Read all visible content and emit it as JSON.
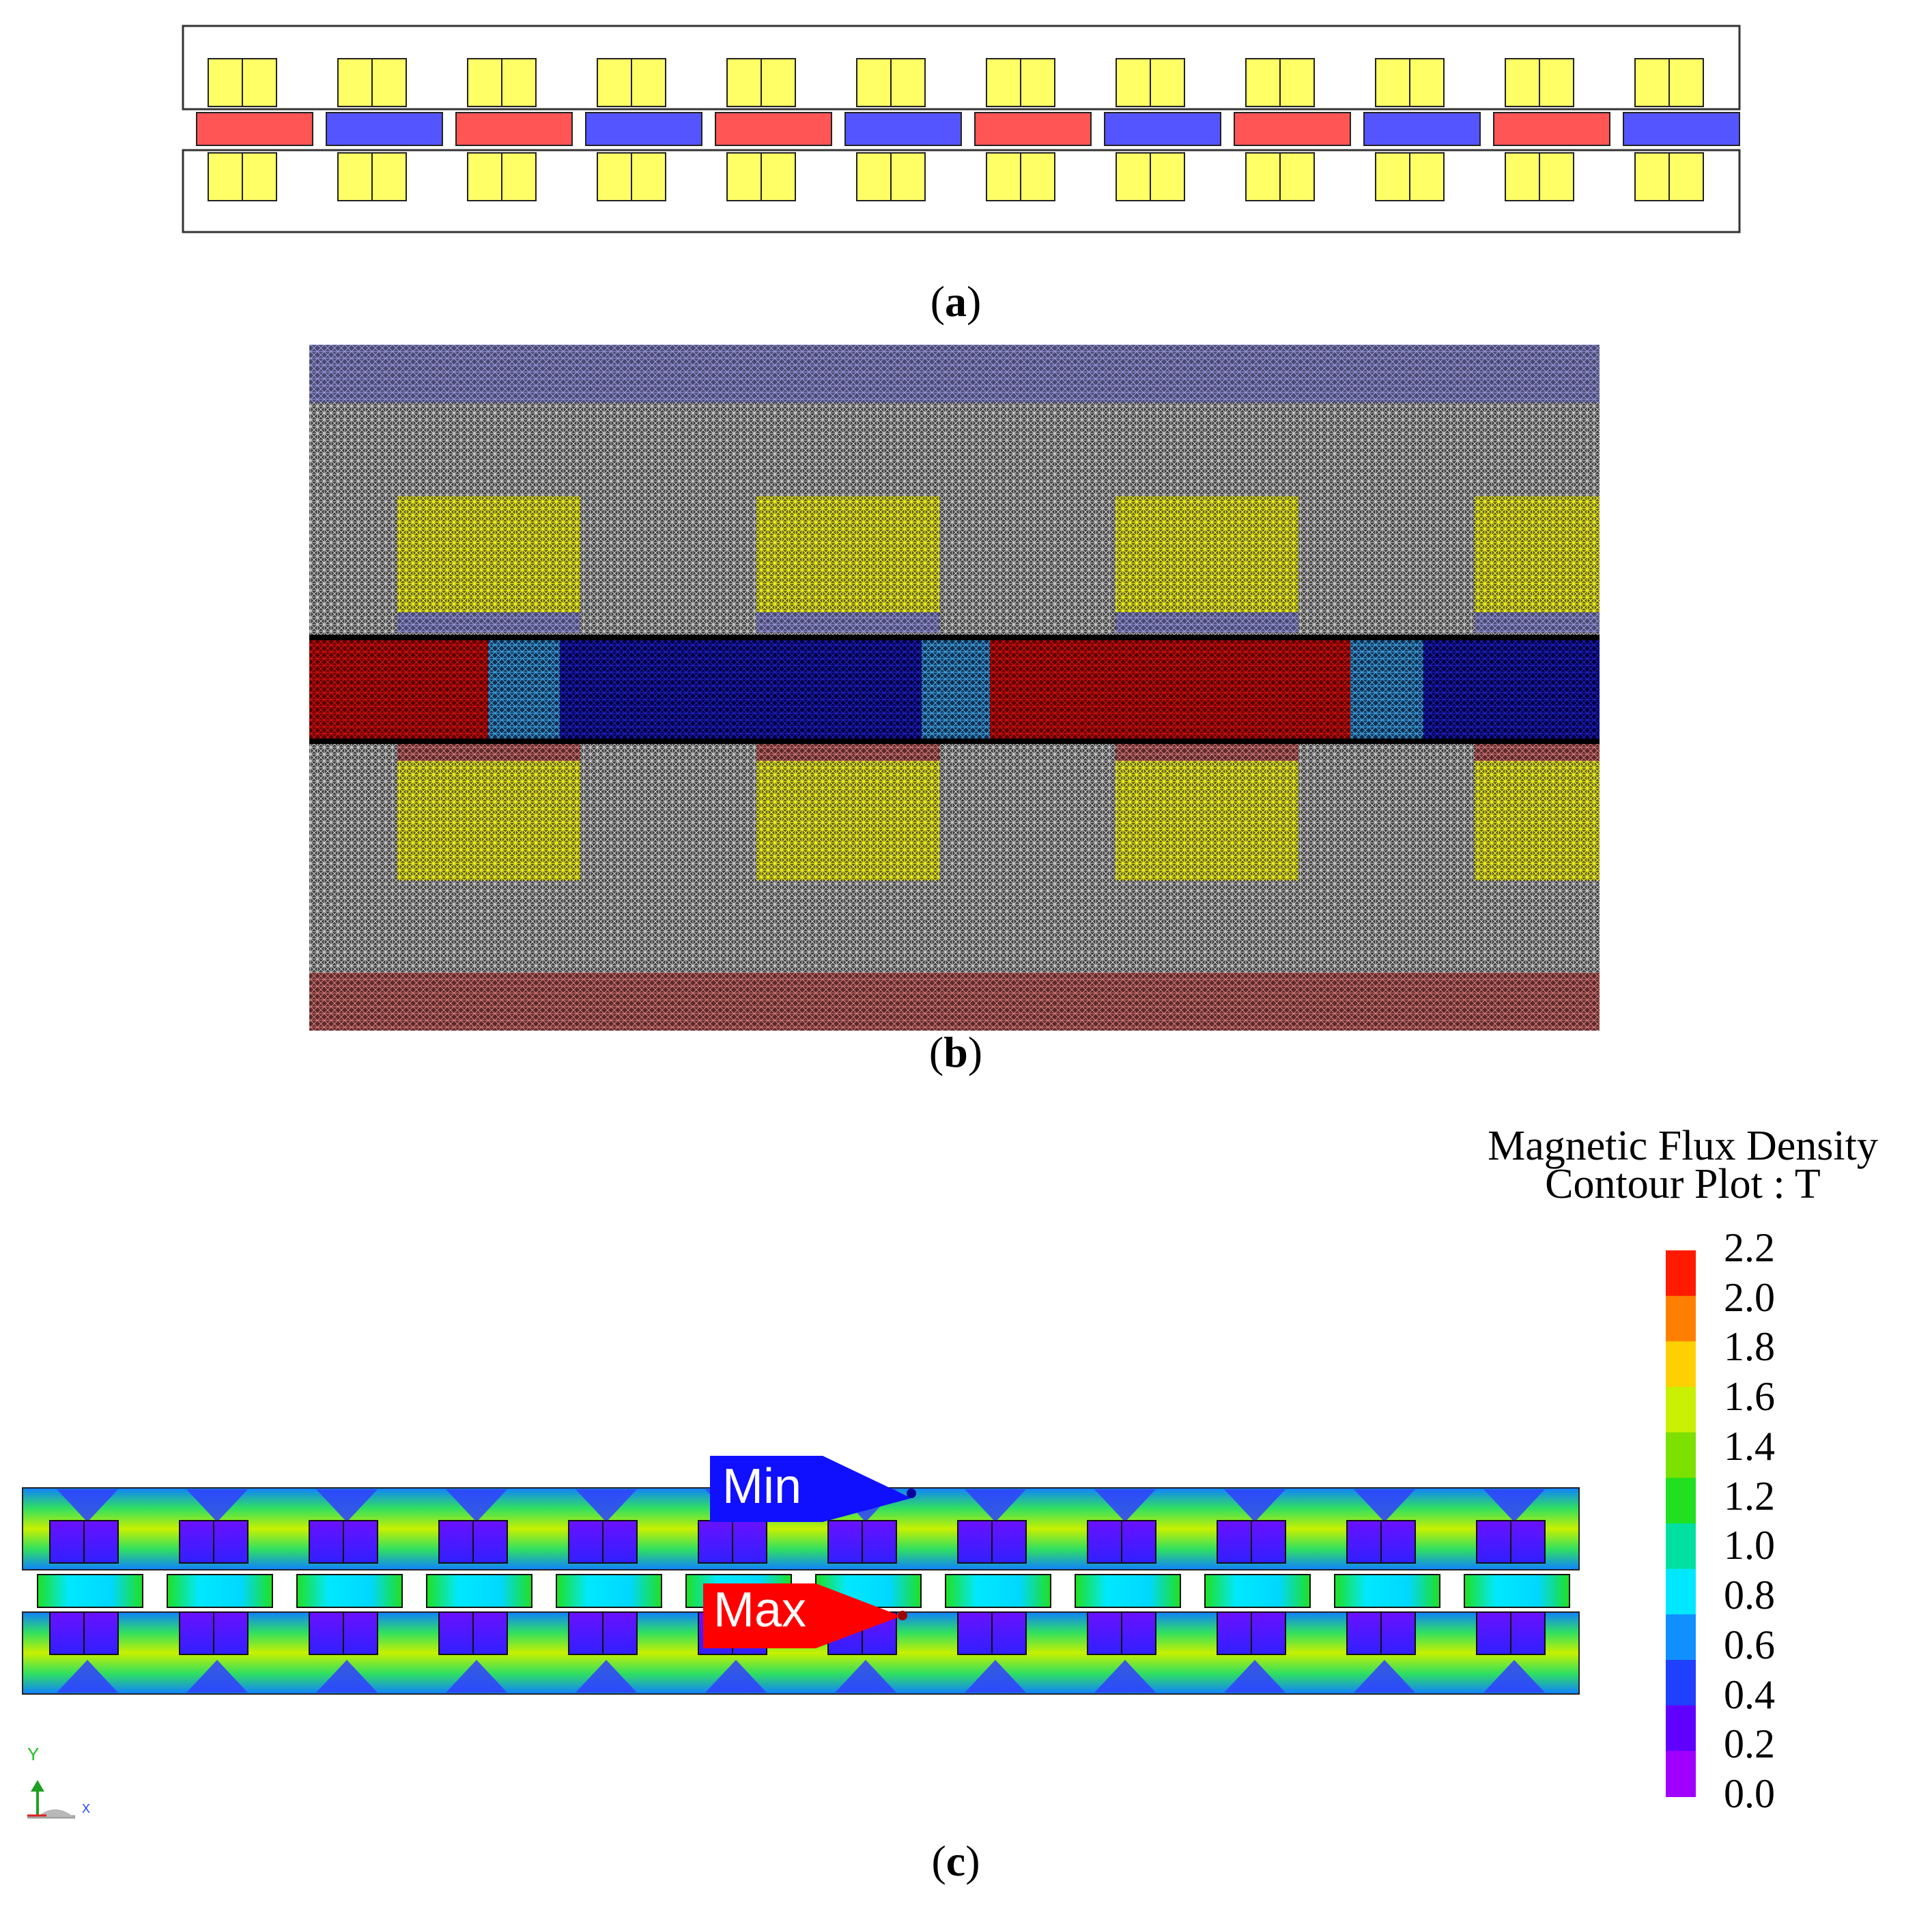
{
  "captions": {
    "a": "a",
    "b": "b",
    "c": "c"
  },
  "legend": {
    "title_line1": "Magnetic Flux Density",
    "title_line2": "Contour Plot : T",
    "ticks": [
      "2.2",
      "2.0",
      "1.8",
      "1.6",
      "1.4",
      "1.2",
      "1.0",
      "0.8",
      "0.6",
      "0.4",
      "0.2",
      "0.0"
    ],
    "scale": {
      "min": 0.0,
      "max": 2.2
    },
    "colors": [
      "#ff1a00",
      "#ff8000",
      "#ffd000",
      "#c8f000",
      "#7ce000",
      "#20e020",
      "#00e0a0",
      "#00e8ff",
      "#1090ff",
      "#2040ff",
      "#6000ff",
      "#a000ff"
    ]
  },
  "markers": {
    "min_label": "Min",
    "max_label": "Max"
  },
  "axis_triad": {
    "y_label": "Y",
    "x_label": "X"
  },
  "colors": {
    "coil": "#ffff66",
    "magnet_north": "#ff5555",
    "magnet_south": "#5555ff",
    "min_tag": "#1010ff",
    "max_tag": "#ff0000"
  }
}
